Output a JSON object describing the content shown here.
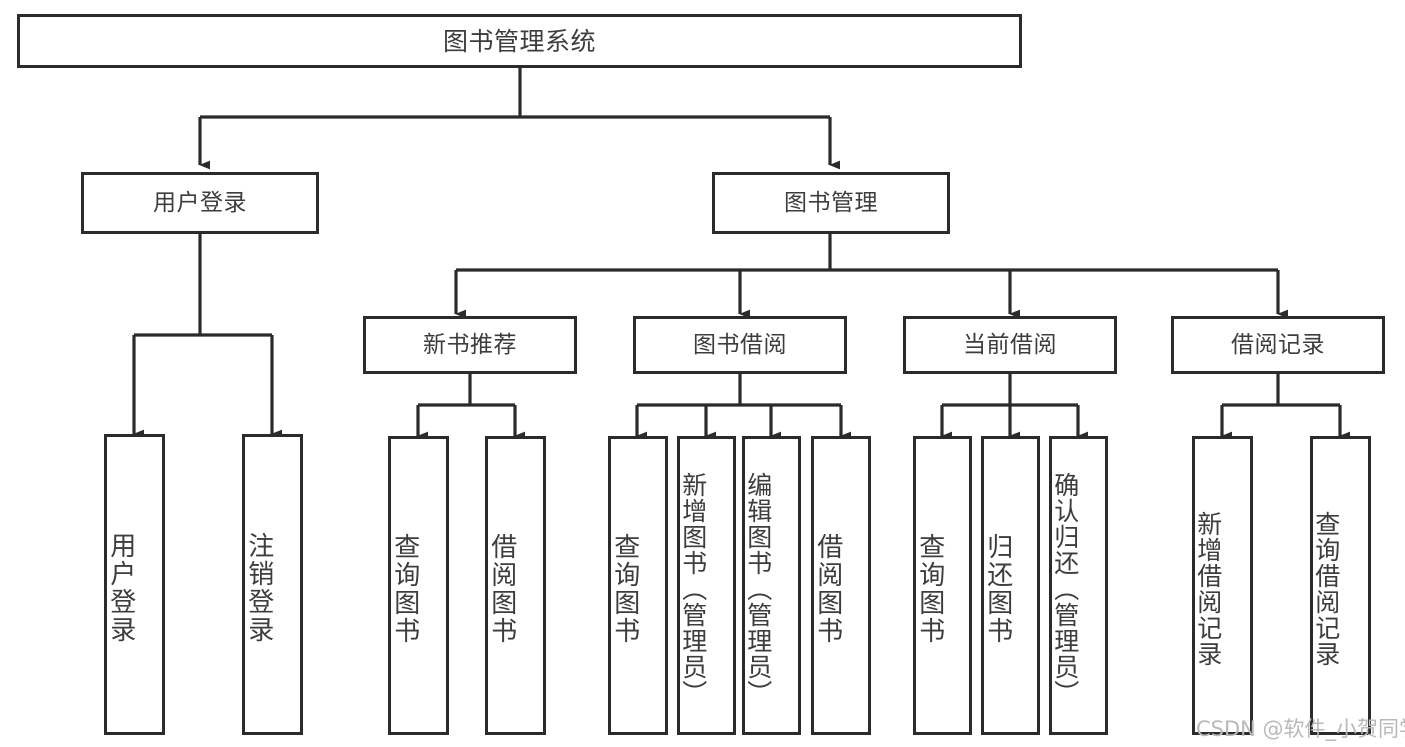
{
  "diagram": {
    "type": "tree-hierarchy-chart",
    "title": "图书管理系统",
    "watermark": "CSDN @软件_小贺同学",
    "colors": {
      "box_stroke": "#2b2b2b",
      "box_fill": "#ffffff",
      "connector": "#2b2b2b",
      "text": "#3d3d3d",
      "watermark": "#b9b9b9",
      "background": "#ffffff"
    },
    "levels": {
      "level1": [
        "图书管理系统"
      ],
      "level2": [
        "用户登录",
        "图书管理"
      ],
      "level3": [
        "新书推荐",
        "图书借阅",
        "当前借阅",
        "借阅记录"
      ],
      "level4": [
        "用户登录",
        "注销登录",
        "查询图书",
        "借阅图书",
        "查询图书",
        "新增图书（管理员）",
        "编辑图书（管理员）",
        "借阅图书",
        "查询图书",
        "归还图书",
        "确认归还（管理员）",
        "新增借阅记录",
        "查询借阅记录"
      ]
    },
    "nodes": {
      "root": {
        "label": "图书管理系统"
      },
      "user_login": {
        "label": "用户登录"
      },
      "book_mgmt": {
        "label": "图书管理"
      },
      "new_book_rec": {
        "label": "新书推荐"
      },
      "book_borrow": {
        "label": "图书借阅"
      },
      "current_borrow": {
        "label": "当前借阅"
      },
      "borrow_record": {
        "label": "借阅记录"
      },
      "leaf_user_login": {
        "label": "用户登录"
      },
      "leaf_logout": {
        "label": "注销登录"
      },
      "leaf_query_book_1": {
        "label": "查询图书"
      },
      "leaf_borrow_book_1": {
        "label": "借阅图书"
      },
      "leaf_query_book_2": {
        "label": "查询图书"
      },
      "leaf_add_book_admin": {
        "label": "新增图书（管理员）"
      },
      "leaf_edit_book_admin": {
        "label": "编辑图书（管理员）"
      },
      "leaf_borrow_book_2": {
        "label": "借阅图书"
      },
      "leaf_query_book_3": {
        "label": "查询图书"
      },
      "leaf_return_book": {
        "label": "归还图书"
      },
      "leaf_confirm_return_admin": {
        "label": "确认归还（管理员）"
      },
      "leaf_add_record": {
        "label": "新增借阅记录"
      },
      "leaf_query_record": {
        "label": "查询借阅记录"
      }
    }
  }
}
